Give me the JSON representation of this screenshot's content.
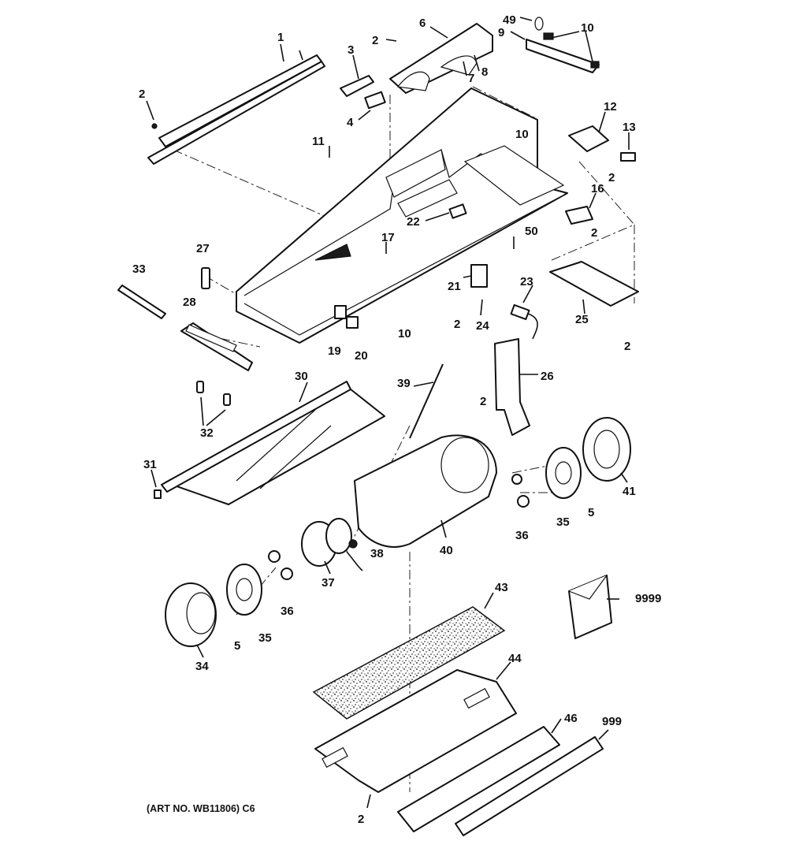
{
  "diagram": {
    "caption": "(ART NO. WB11806) C6",
    "callouts": {
      "c1": "1",
      "c2a": "2",
      "c2b": "2",
      "c3": "3",
      "c4": "4",
      "c6": "6",
      "c7": "7",
      "c8": "8",
      "c49": "49",
      "c9": "9",
      "c10a": "10",
      "c10b": "10",
      "c10c": "10",
      "c11": "11",
      "c12": "12",
      "c13": "13",
      "c2c": "2",
      "c16": "16",
      "c2d": "2",
      "c22": "22",
      "c17": "17",
      "c50": "50",
      "c27": "27",
      "c33": "33",
      "c28": "28",
      "c21": "21",
      "c23": "23",
      "c25": "25",
      "c2e": "2",
      "c2f": "2",
      "c24": "24",
      "c19": "19",
      "c20": "20",
      "c2g": "2",
      "c26": "26",
      "c39": "39",
      "c30": "30",
      "c32": "32",
      "c31": "31",
      "c41": "41",
      "c5a": "5",
      "c35a": "35",
      "c36a": "36",
      "c40": "40",
      "c38": "38",
      "c37": "37",
      "c36b": "36",
      "c35b": "35",
      "c5b": "5",
      "c34": "34",
      "c43": "43",
      "c9999": "9999",
      "c44": "44",
      "c46": "46",
      "c999": "999",
      "c2h": "2"
    }
  }
}
